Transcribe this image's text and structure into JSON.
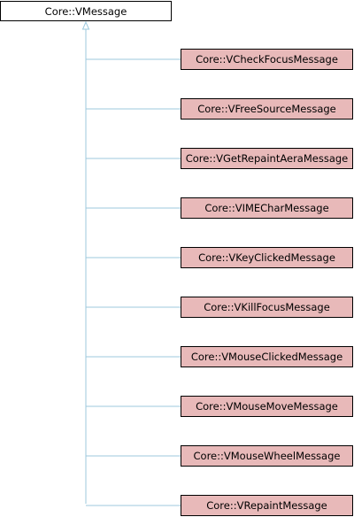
{
  "diagram": {
    "base": {
      "label": "Core::VMessage"
    },
    "children": [
      {
        "label": "Core::VCheckFocusMessage"
      },
      {
        "label": "Core::VFreeSourceMessage"
      },
      {
        "label": "Core::VGetRepaintAeraMessage"
      },
      {
        "label": "Core::VIMECharMessage"
      },
      {
        "label": "Core::VKeyClickedMessage"
      },
      {
        "label": "Core::VKillFocusMessage"
      },
      {
        "label": "Core::VMouseClickedMessage"
      },
      {
        "label": "Core::VMouseMoveMessage"
      },
      {
        "label": "Core::VMouseWheelMessage"
      },
      {
        "label": "Core::VRepaintMessage"
      }
    ],
    "colors": {
      "edge": "#9cc9de",
      "child_fill": "#e8b9b9",
      "base_fill": "#ffffff",
      "border": "#000000"
    }
  }
}
